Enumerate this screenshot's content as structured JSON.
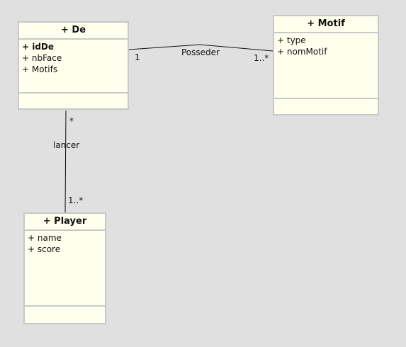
{
  "classes": {
    "de": {
      "name": "+ De",
      "attributes": [
        "+ idDe",
        "+ nbFace",
        "+ Motifs"
      ]
    },
    "motif": {
      "name": "+ Motif",
      "attributes": [
        "+ type",
        "+ nomMotif"
      ]
    },
    "player": {
      "name": "+ Player",
      "attributes": [
        "+ name",
        "+ score"
      ]
    }
  },
  "associations": {
    "posseder": {
      "label": "Posseder",
      "source_multiplicity": "1",
      "target_multiplicity": "1..*"
    },
    "lancer": {
      "label": "lancer",
      "source_multiplicity": "*",
      "target_multiplicity": "1..*"
    }
  },
  "colors": {
    "background": "#e0e0e0",
    "class_fill": "#ffffee",
    "class_border": "#c8c8c8",
    "line": "#111111"
  }
}
